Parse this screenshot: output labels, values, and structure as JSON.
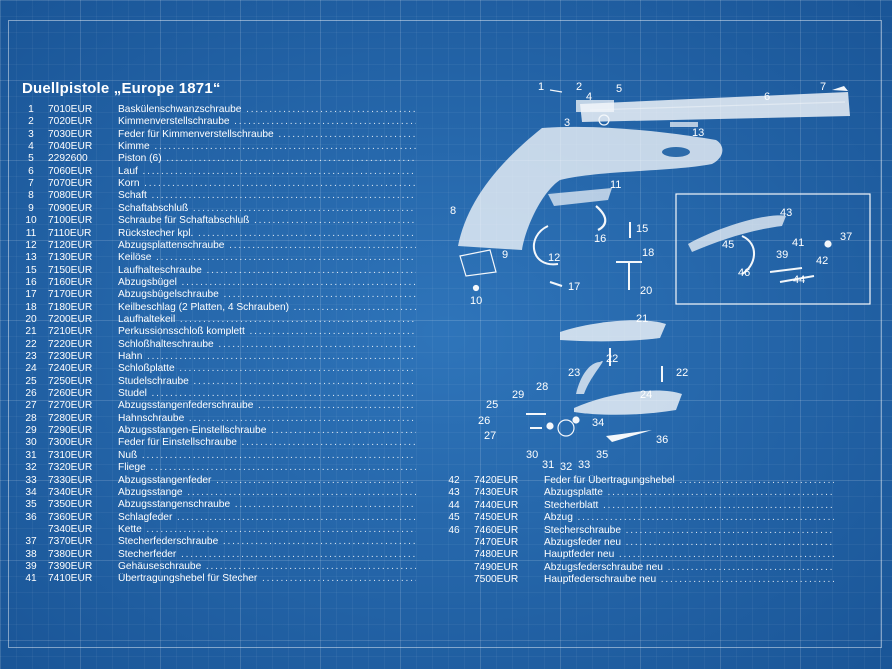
{
  "title": "Duellpistole „Europe 1871“",
  "parts_left": [
    {
      "n": "1",
      "code": "7010EUR",
      "desc": "Baskülenschwanzschraube"
    },
    {
      "n": "2",
      "code": "7020EUR",
      "desc": "Kimmenverstellschraube"
    },
    {
      "n": "3",
      "code": "7030EUR",
      "desc": "Feder für Kimmenverstellschraube"
    },
    {
      "n": "4",
      "code": "7040EUR",
      "desc": "Kimme"
    },
    {
      "n": "5",
      "code": "2292600",
      "desc": "Piston (6)"
    },
    {
      "n": "6",
      "code": "7060EUR",
      "desc": "Lauf"
    },
    {
      "n": "7",
      "code": "7070EUR",
      "desc": "Korn"
    },
    {
      "n": "8",
      "code": "7080EUR",
      "desc": "Schaft"
    },
    {
      "n": "9",
      "code": "7090EUR",
      "desc": "Schaftabschluß"
    },
    {
      "n": "10",
      "code": "7100EUR",
      "desc": "Schraube für Schaftabschluß"
    },
    {
      "n": "11",
      "code": "7110EUR",
      "desc": "Rückstecher kpl."
    },
    {
      "n": "12",
      "code": "7120EUR",
      "desc": "Abzugsplattenschraube"
    },
    {
      "n": "13",
      "code": "7130EUR",
      "desc": "Keilöse"
    },
    {
      "n": "15",
      "code": "7150EUR",
      "desc": "Laufhalteschraube"
    },
    {
      "n": "16",
      "code": "7160EUR",
      "desc": "Abzugsbügel"
    },
    {
      "n": "17",
      "code": "7170EUR",
      "desc": "Abzugsbügelschraube"
    },
    {
      "n": "18",
      "code": "7180EUR",
      "desc": "Keilbeschlag (2 Platten, 4 Schrauben)"
    },
    {
      "n": "20",
      "code": "7200EUR",
      "desc": "Laufhaltekeil"
    },
    {
      "n": "21",
      "code": "7210EUR",
      "desc": "Perkussionsschloß komplett"
    },
    {
      "n": "22",
      "code": "7220EUR",
      "desc": "Schloßhalteschraube"
    },
    {
      "n": "23",
      "code": "7230EUR",
      "desc": "Hahn"
    },
    {
      "n": "24",
      "code": "7240EUR",
      "desc": "Schloßplatte"
    },
    {
      "n": "25",
      "code": "7250EUR",
      "desc": "Studelschraube"
    },
    {
      "n": "26",
      "code": "7260EUR",
      "desc": "Studel"
    },
    {
      "n": "27",
      "code": "7270EUR",
      "desc": "Abzugsstangenfederschraube"
    },
    {
      "n": "28",
      "code": "7280EUR",
      "desc": "Hahnschraube"
    },
    {
      "n": "29",
      "code": "7290EUR",
      "desc": "Abzugsstangen-Einstellschraube"
    },
    {
      "n": "30",
      "code": "7300EUR",
      "desc": "Feder für Einstellschraube"
    },
    {
      "n": "31",
      "code": "7310EUR",
      "desc": "Nuß"
    },
    {
      "n": "32",
      "code": "7320EUR",
      "desc": "Fliege"
    },
    {
      "n": "33",
      "code": "7330EUR",
      "desc": "Abzugsstangenfeder"
    },
    {
      "n": "34",
      "code": "7340EUR",
      "desc": "Abzugsstange"
    },
    {
      "n": "35",
      "code": "7350EUR",
      "desc": "Abzugsstangenschraube"
    },
    {
      "n": "36",
      "code": "7360EUR",
      "desc": "Schlagfeder"
    },
    {
      "n": "",
      "code": "7340EUR",
      "desc": "Kette"
    },
    {
      "n": "37",
      "code": "7370EUR",
      "desc": "Stecherfederschraube"
    },
    {
      "n": "38",
      "code": "7380EUR",
      "desc": "Stecherfeder"
    },
    {
      "n": "39",
      "code": "7390EUR",
      "desc": "Gehäuseschraube"
    },
    {
      "n": "41",
      "code": "7410EUR",
      "desc": "Übertragungshebel für Stecher"
    }
  ],
  "parts_right": [
    {
      "n": "42",
      "code": "7420EUR",
      "desc": "Feder für Übertragungshebel"
    },
    {
      "n": "43",
      "code": "7430EUR",
      "desc": "Abzugsplatte"
    },
    {
      "n": "44",
      "code": "7440EUR",
      "desc": "Stecherblatt"
    },
    {
      "n": "45",
      "code": "7450EUR",
      "desc": "Abzug"
    },
    {
      "n": "46",
      "code": "7460EUR",
      "desc": "Stecherschraube"
    },
    {
      "n": "",
      "code": "7470EUR",
      "desc": "Abzugsfeder neu"
    },
    {
      "n": "",
      "code": "7480EUR",
      "desc": "Hauptfeder neu"
    },
    {
      "n": "",
      "code": "7490EUR",
      "desc": "Abzugsfederschraube neu"
    },
    {
      "n": "",
      "code": "7500EUR",
      "desc": "Hauptfederschraube neu"
    }
  ],
  "callouts": [
    "1",
    "2",
    "3",
    "4",
    "5",
    "6",
    "7",
    "8",
    "9",
    "10",
    "11",
    "12",
    "13",
    "15",
    "16",
    "17",
    "18",
    "20",
    "21",
    "22",
    "22",
    "23",
    "24",
    "25",
    "26",
    "27",
    "28",
    "29",
    "30",
    "31",
    "32",
    "33",
    "34",
    "35",
    "36",
    "37",
    "39",
    "41",
    "42",
    "43",
    "44",
    "45",
    "46"
  ],
  "colors": {
    "background": "#2268ad",
    "ink": "#ffffff"
  }
}
